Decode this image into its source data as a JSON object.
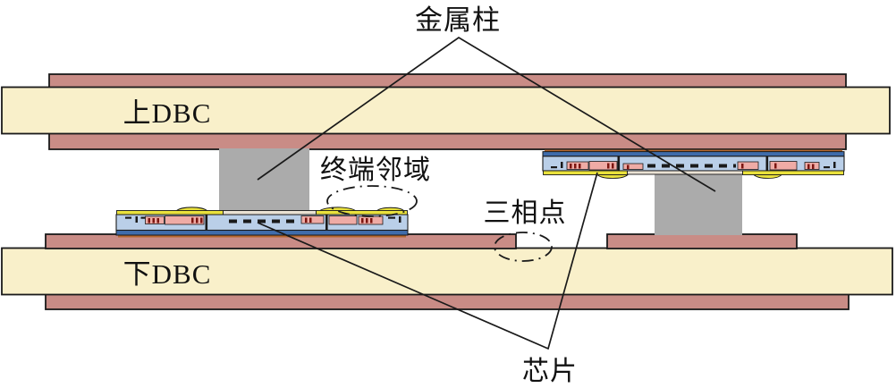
{
  "labels": {
    "metal_pillar": "金属柱",
    "upper_dbc": "上DBC",
    "lower_dbc": "下DBC",
    "terminal_region": "终端邻域",
    "triple_point": "三相点",
    "chip": "芯片"
  },
  "colors": {
    "background": "#ffffff",
    "outline": "#1a1a1a",
    "label_color": "#111111",
    "copper": "#c98c86",
    "ceramic": "#f9f0ca",
    "pillar": "#ababab",
    "chip_body": "#bacfe8",
    "chip_base": "#3f6cab",
    "solder_yellow": "#e9e13c",
    "metallization": "#efaba5",
    "pad_tan": "#e9e1d3",
    "die_attach": "#b5672d",
    "mark": "#7c1510"
  }
}
